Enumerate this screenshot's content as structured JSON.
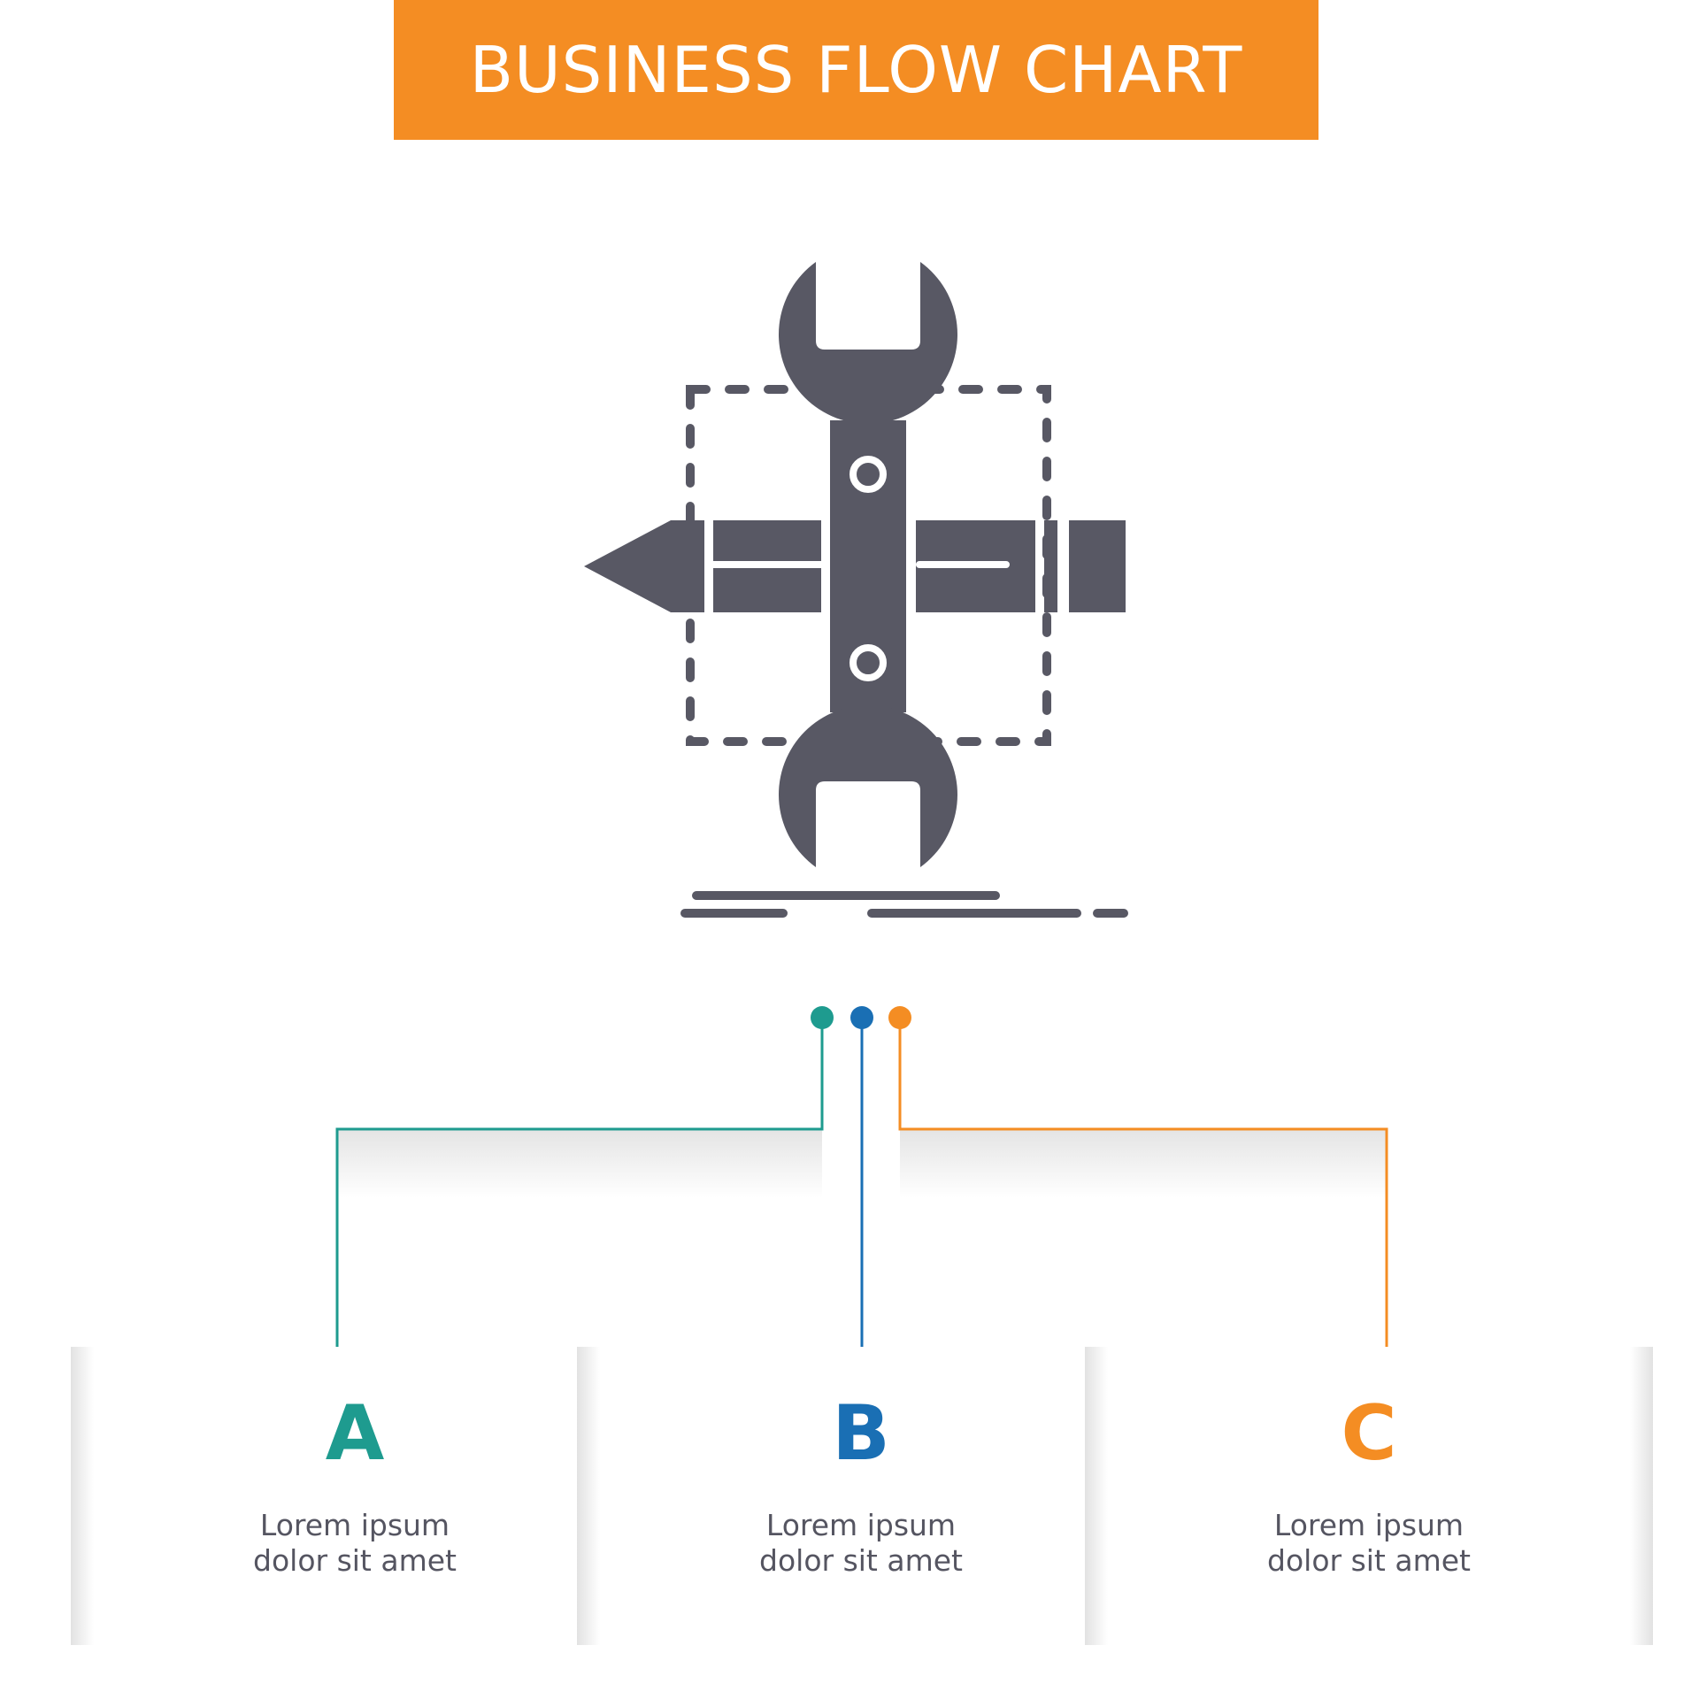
{
  "header": {
    "title": "BUSINESS FLOW CHART",
    "color": "#f48d23"
  },
  "hero": {
    "icon": "wrench-pencil-design-icon",
    "color": "#585864"
  },
  "steps": [
    {
      "letter": "A",
      "line1": "Lorem ipsum",
      "line2": "dolor sit amet",
      "color": "#1e9b8f"
    },
    {
      "letter": "B",
      "line1": "Lorem ipsum",
      "line2": "dolor sit amet",
      "color": "#1a6fb4"
    },
    {
      "letter": "C",
      "line1": "Lorem ipsum",
      "line2": "dolor sit amet",
      "color": "#f48d23"
    }
  ]
}
